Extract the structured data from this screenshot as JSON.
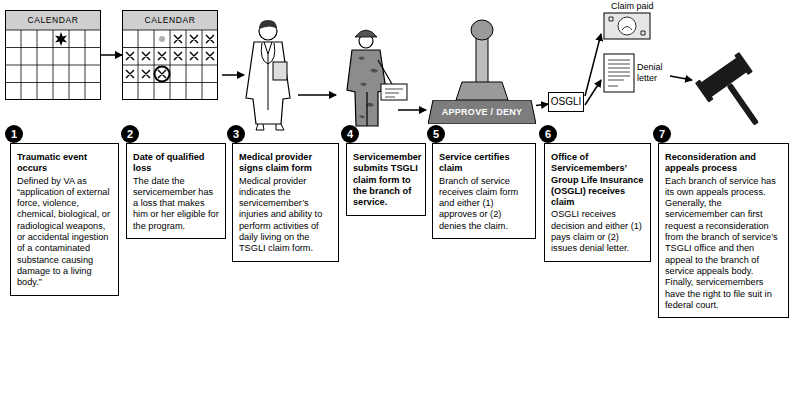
{
  "diagram": {
    "nodes": [
      {
        "text": [
          "CALENDAR"
        ]
      },
      {
        "text": [
          "CALENDAR"
        ]
      },
      {
        "text": [
          "APPROVE / DENY"
        ]
      },
      {
        "text": [
          "OSGLI"
        ]
      },
      {
        "text": [
          "Traumatic event occurs",
          "Defined by VA as “application of external force, violence, chemical, biological, or radiological weapons, or accidental ingestion of a contaminated substance causing damage to a living body.”"
        ]
      },
      {
        "text": [
          "Date of qualified loss",
          "The date the servicemember has a loss that makes him or her eligible for the program."
        ]
      },
      {
        "text": [
          "Medical provider signs claim form",
          "Medical provider indicates the servicemember’s injuries and ability to perform activities of daily living on the TSGLI claim form."
        ]
      },
      {
        "text": [
          "Servicemember submits TSGLI claim form to the branch of service."
        ]
      },
      {
        "text": [
          "Service certifies claim",
          "Branch of service receives claim form and either (1) approves or (2) denies the claim."
        ]
      },
      {
        "text": [
          "Office of Servicemembers’ Group Life Insurance (OSGLI) receives claim",
          "OSGLI receives decision and either (1) pays claim or (2) issues denial letter."
        ]
      },
      {
        "text": [
          "Reconsideration and appeals process",
          "Each branch of service has its own appeals process. Generally, the servicemember can first request a reconsideration from the branch of service’s TSGLI office and then appeal to the branch of service appeals body. Finally, servicemembers have the right to file suit in federal court."
        ]
      }
    ],
    "edges": [
      {
        "from": 0,
        "to": 1,
        "arrow": "to"
      },
      {
        "from": 2,
        "to": 3,
        "arrow": "to"
      }
    ],
    "labels": [
      "1",
      "2",
      "3",
      "4",
      "5",
      "6",
      "7",
      "Claim paid",
      "Denial letter"
    ]
  }
}
